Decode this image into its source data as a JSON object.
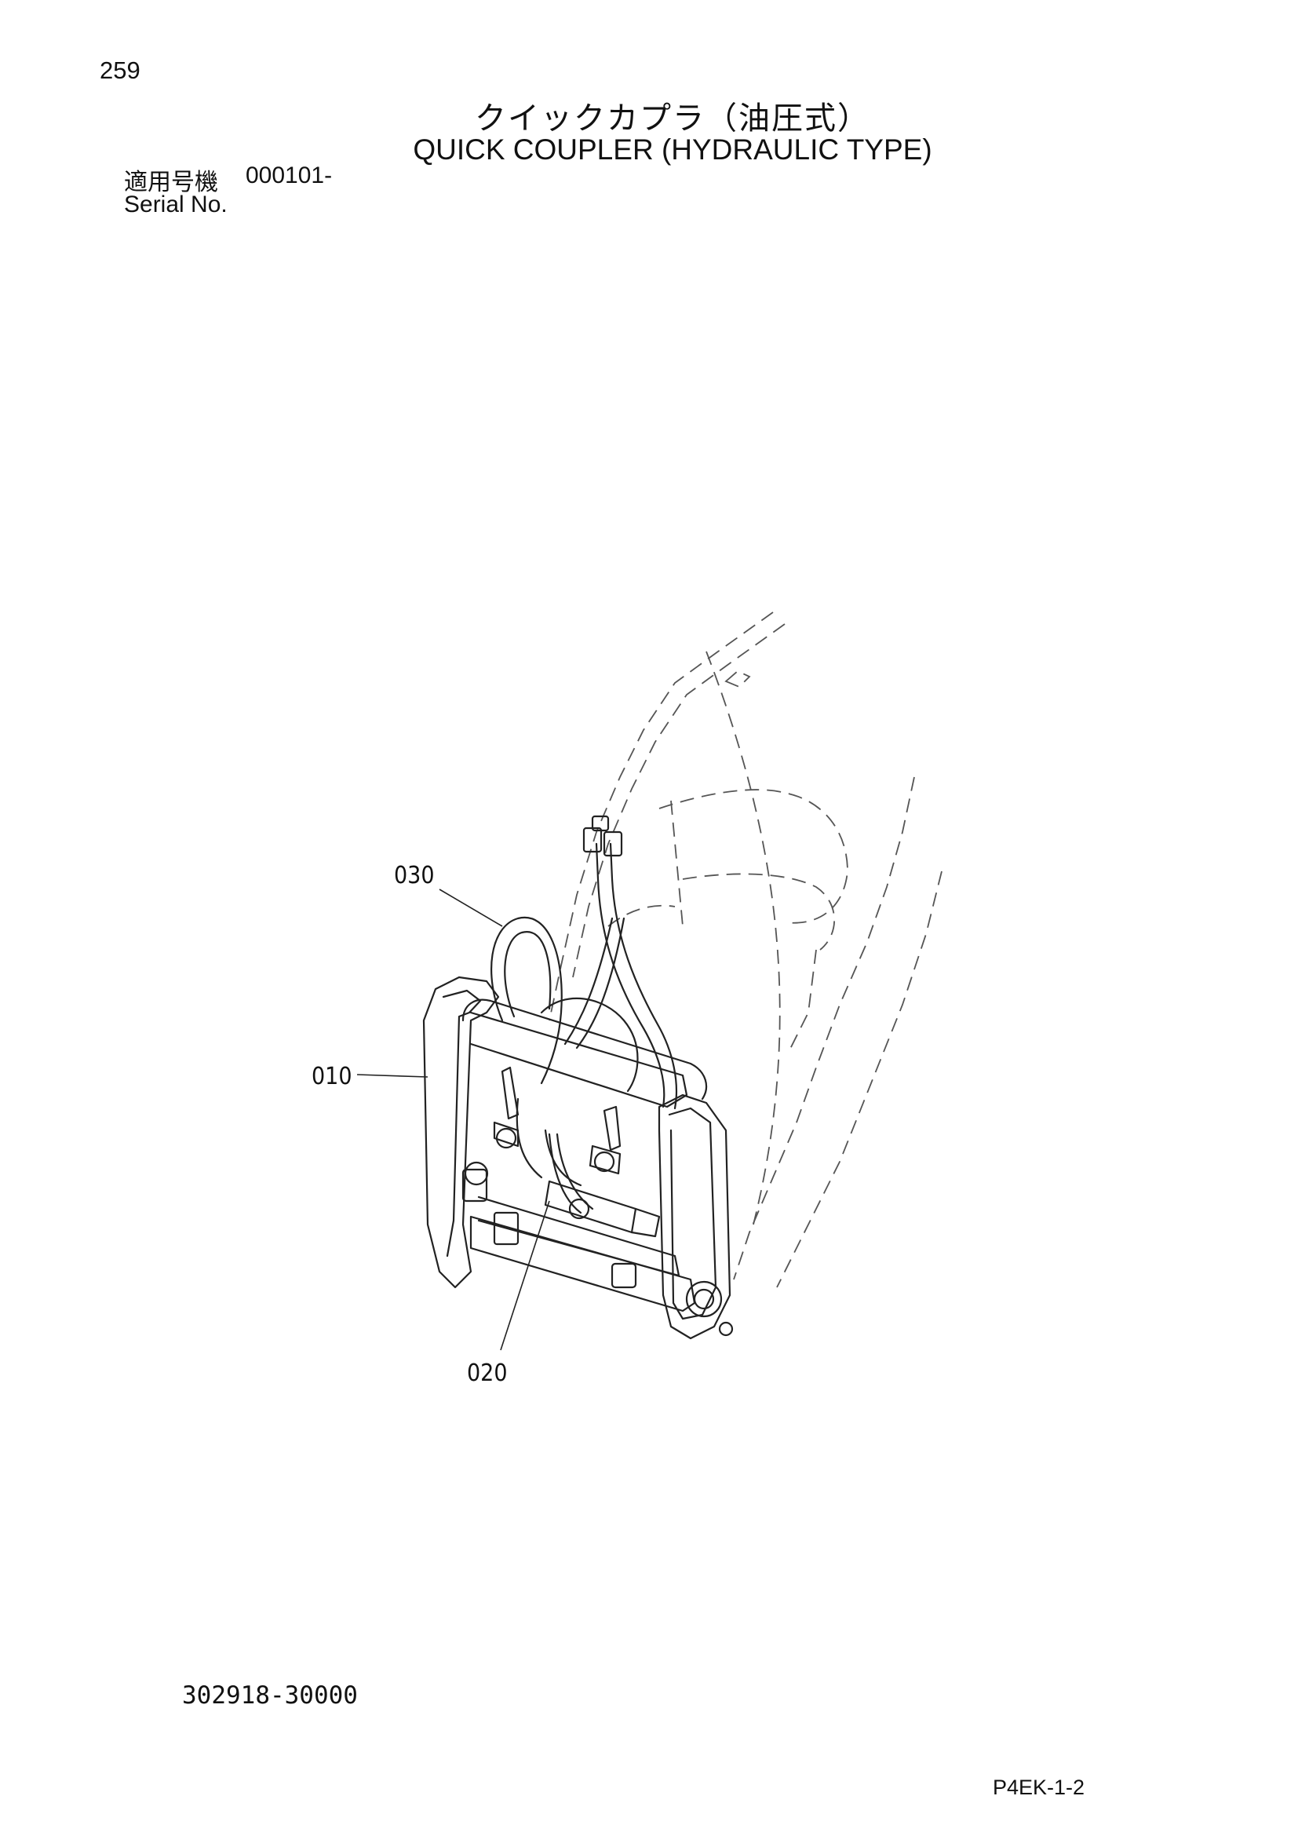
{
  "header": {
    "page_number": "259",
    "title_jp": "クイックカプラ（油圧式）",
    "title_en": "QUICK COUPLER (HYDRAULIC TYPE)"
  },
  "serial": {
    "label_jp": "適用号機",
    "value": "000101-",
    "label_en": "Serial No."
  },
  "callouts": {
    "c030": "030",
    "c010": "010",
    "c020": "020"
  },
  "footer": {
    "drawing_number": "302918-30000",
    "page_code": "P4EK-1-2"
  }
}
